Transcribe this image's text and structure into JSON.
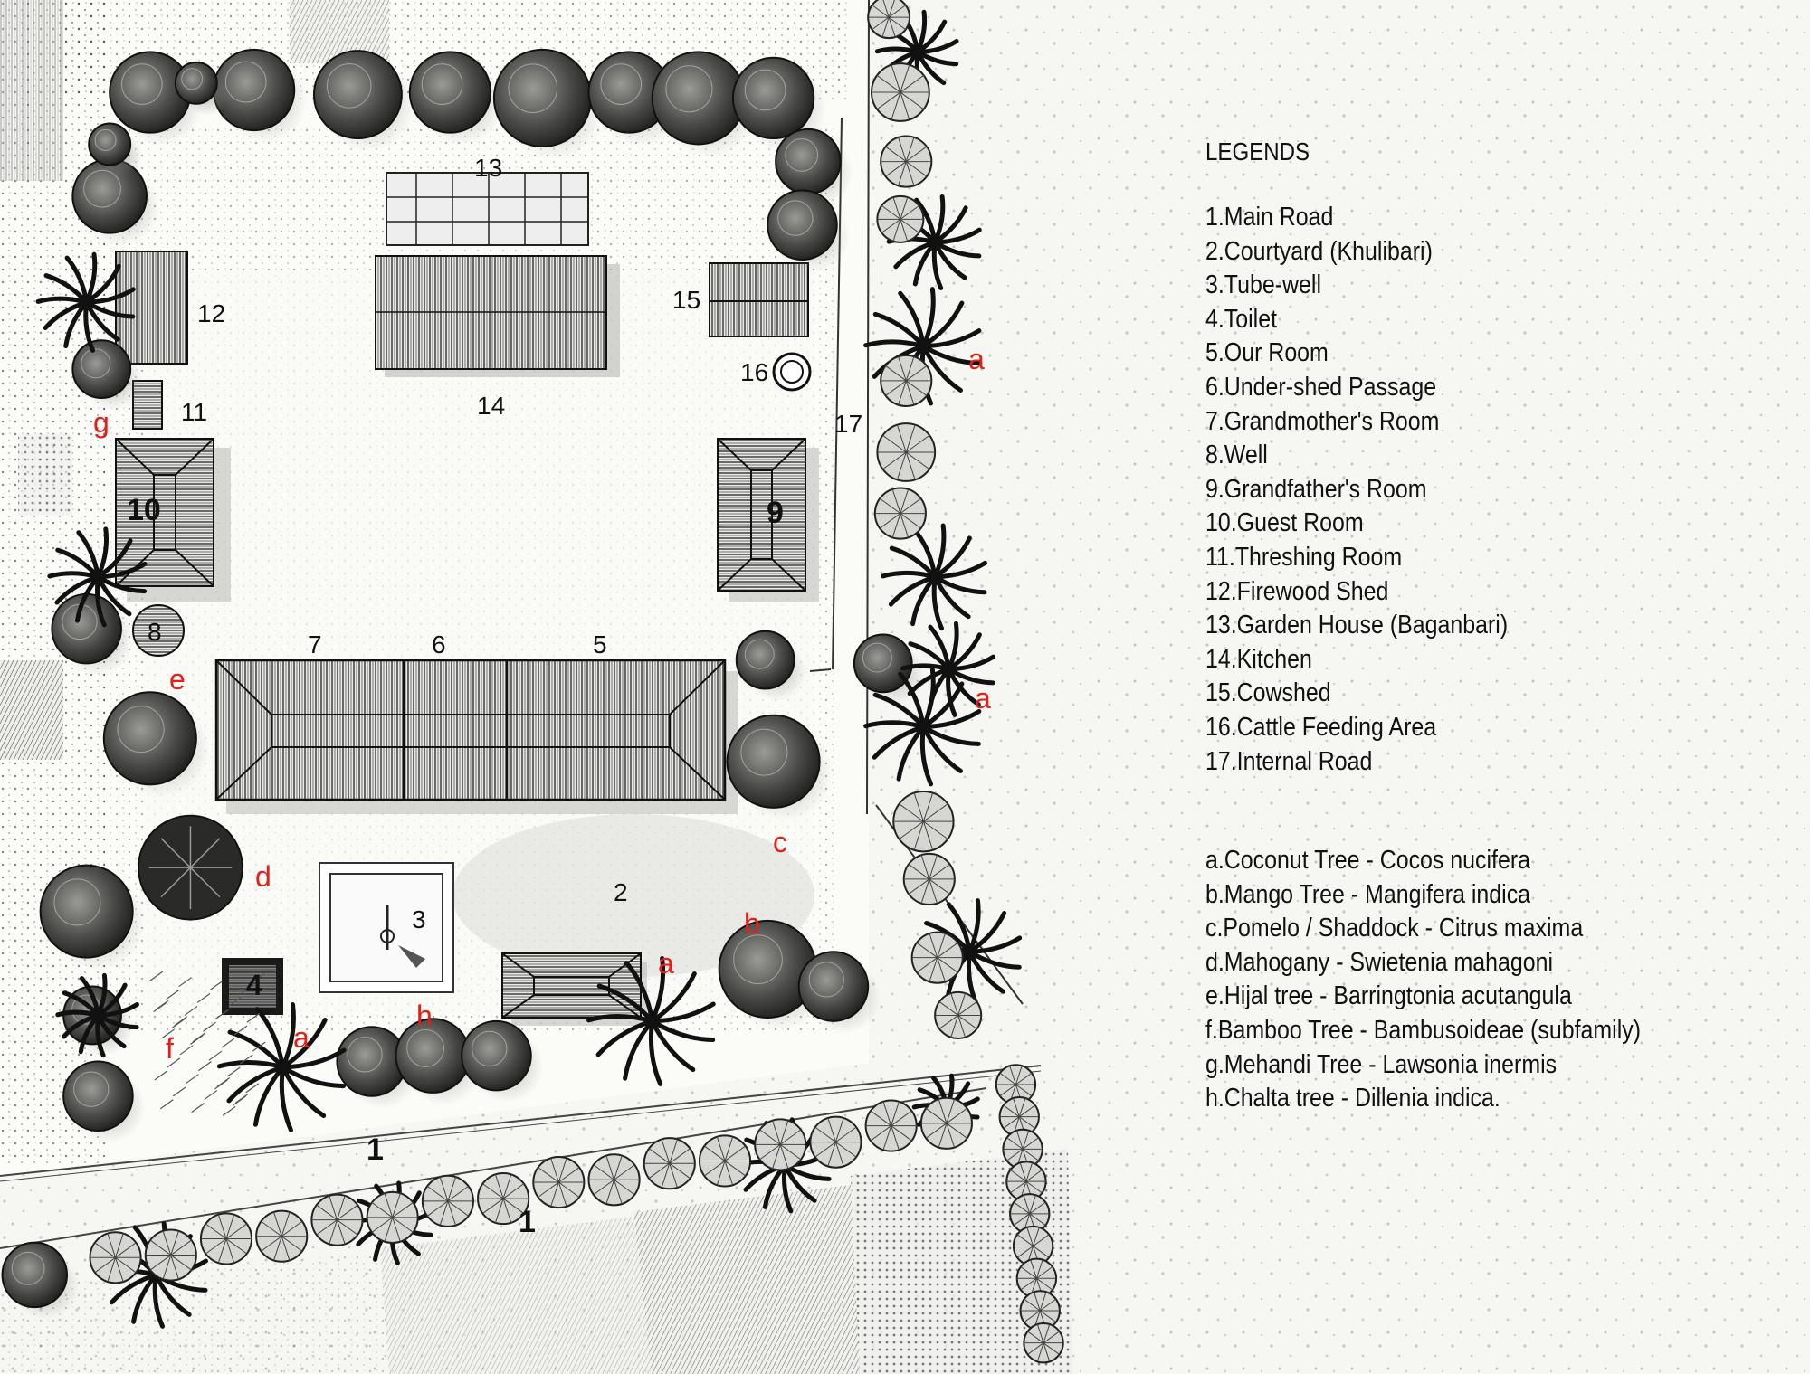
{
  "legend": {
    "title": "LEGENDS",
    "places": [
      "1.Main Road",
      "2.Courtyard (Khulibari)",
      "3.Tube-well",
      "4.Toilet",
      "5.Our Room",
      "6.Under-shed Passage",
      "7.Grandmother's Room",
      "8.Well",
      "9.Grandfather's Room",
      "10.Guest Room",
      "11.Threshing Room",
      "12.Firewood Shed",
      "13.Garden House (Baganbari)",
      "14.Kitchen",
      "15.Cowshed",
      "16.Cattle Feeding Area",
      "17.Internal Road"
    ],
    "trees": [
      "a.Coconut Tree  -  Cocos nucifera",
      "b.Mango Tree - Mangifera indica",
      "c.Pomelo / Shaddock -  Citrus maxima",
      "d.Mahogany  - Swietenia mahagoni",
      "e.Hijal tree - Barringtonia acutangula",
      "f.Bamboo Tree - Bambusoideae (subfamily)",
      "g.Mehandi Tree - Lawsonia inermis",
      "h.Chalta tree - Dillenia indica."
    ]
  },
  "map": {
    "place_labels": {
      "n1a": "1",
      "n1b": "1",
      "n2": "2",
      "n3": "3",
      "n4": "4",
      "n5": "5",
      "n6": "6",
      "n7": "7",
      "n8": "8",
      "n9": "9",
      "n10": "10",
      "n11": "11",
      "n12": "12",
      "n13": "13",
      "n14": "14",
      "n15": "15",
      "n16": "16",
      "n17": "17"
    },
    "tree_labels": {
      "a1": "a",
      "a2": "a",
      "a3": "a",
      "a4": "a",
      "b": "b",
      "c": "c",
      "d": "d",
      "e": "e",
      "f": "f",
      "g": "g",
      "h": "h"
    }
  },
  "colors": {
    "label_red": "#e0201b",
    "ink": "#111111",
    "paper": "#f6f6f2"
  }
}
